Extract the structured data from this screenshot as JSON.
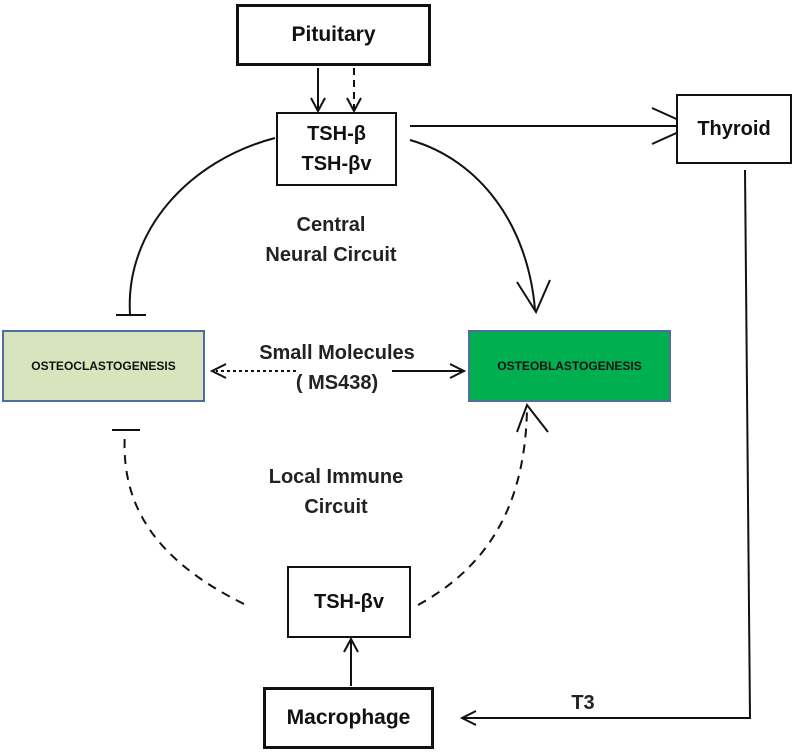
{
  "nodes": {
    "pituitary": "Pituitary",
    "tsh_top_line1": "TSH-β",
    "tsh_top_line2": "TSH-βv",
    "thyroid": "Thyroid",
    "osteoclastogenesis": "OSTEOCLASTOGENESIS",
    "osteoblastogenesis": "OSTEOBLASTOGENESIS",
    "tsh_bottom": "TSH-βv",
    "macrophage": "Macrophage"
  },
  "labels": {
    "central_line1": "Central",
    "central_line2": "Neural Circuit",
    "small_line1": "Small Molecules",
    "small_line2": "( MS438)",
    "local_line1": "Local Immune",
    "local_line2": "Circuit",
    "t3": "T3"
  },
  "colors": {
    "osteoclast_fill": "#d7e4bd",
    "osteoblast_fill": "#00b050",
    "box_border_blue": "#4f6da0"
  }
}
